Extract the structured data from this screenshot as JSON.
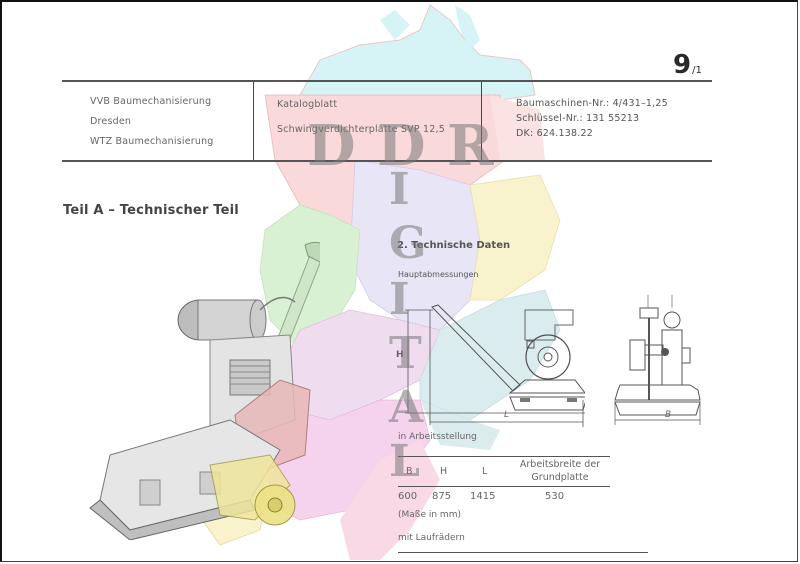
{
  "page": {
    "number": "9",
    "number_suffix": "/1"
  },
  "header": {
    "left": [
      "VVB Baumechanisierung",
      "Dresden",
      "WTZ Baumechanisierung"
    ],
    "middle": [
      "Katalogblatt",
      "Schwingverdichterplatte SVP 12,5"
    ],
    "right": [
      "Baumaschinen-Nr.: 4/431–1,25",
      "Schlüssel-Nr.: 131 55213",
      "DK: 624.138.22"
    ]
  },
  "section": {
    "title": "Teil A – Technischer Teil",
    "subtitle": "2. Technische Daten",
    "subheading": "Hauptabmessungen"
  },
  "drawing_labels": {
    "height": "H",
    "length": "L",
    "width": "B"
  },
  "dimensions": {
    "caption": "in Arbeitsstellung",
    "headers": [
      "B",
      "H",
      "L",
      "Arbeitsbreite der",
      "Grundplatte"
    ],
    "values": [
      "600",
      "875",
      "1415",
      "530"
    ],
    "unit_note": "(Maße in mm)",
    "footer_note": "mit Laufrädern"
  },
  "watermark": {
    "horizontal": [
      "D",
      "D",
      "R"
    ],
    "vertical": [
      "D",
      "I",
      "G",
      "I",
      "T",
      "A",
      "L"
    ]
  },
  "colors": {
    "map_cyan": "#d6f4f6",
    "map_pink": "#f9d9d9",
    "map_lavender": "#e8e6f6",
    "map_green": "#d8f1d3",
    "map_yellow": "#f8f3cc",
    "map_magenta": "#f6d3ec",
    "map_lightblue": "#dbecef"
  }
}
